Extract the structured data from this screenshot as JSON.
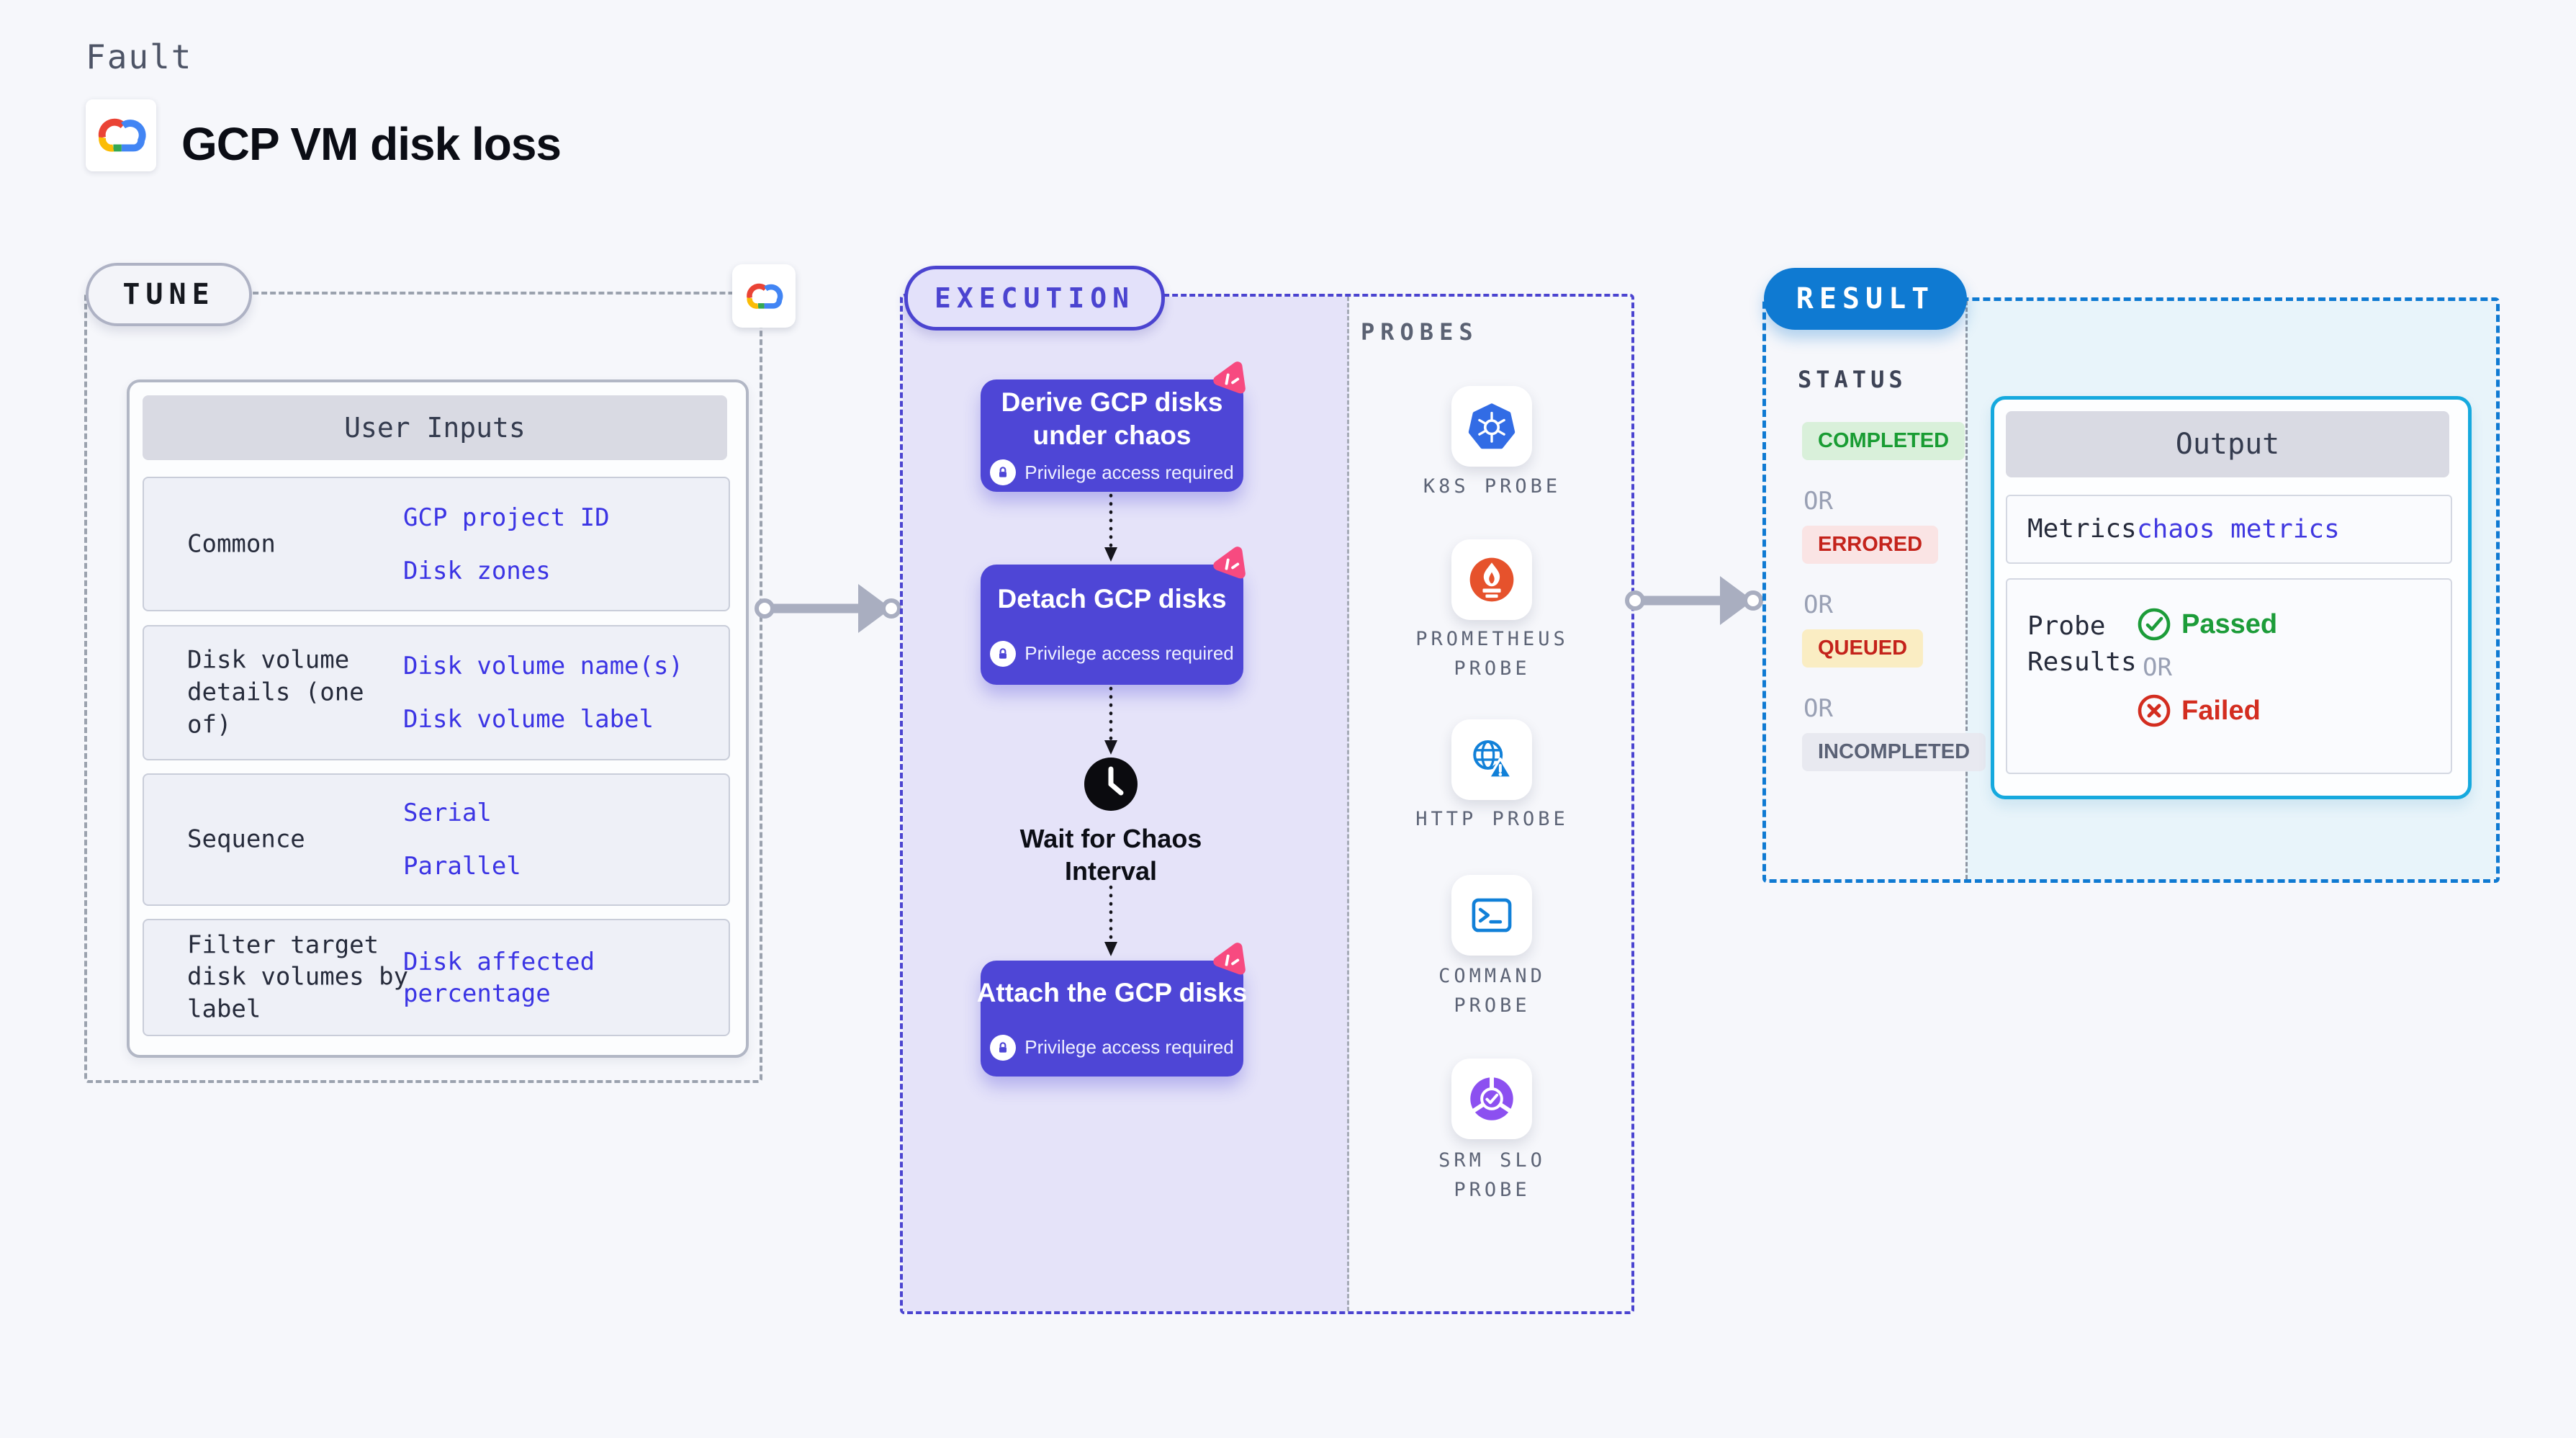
{
  "header": {
    "kicker": "Fault",
    "title": "GCP VM disk loss",
    "logo": "gcp-cloud-logo"
  },
  "tune": {
    "badge": "TUNE",
    "user_inputs": {
      "header": "User Inputs",
      "rows": [
        {
          "label": "Common",
          "values": [
            "GCP project ID",
            "Disk zones"
          ]
        },
        {
          "label": "Disk volume details (one of)",
          "values": [
            "Disk volume name(s)",
            "Disk volume label"
          ]
        },
        {
          "label": "Sequence",
          "values": [
            "Serial",
            "Parallel"
          ]
        },
        {
          "label": "Filter target disk volumes by label",
          "values": [
            "Disk affected percentage"
          ]
        }
      ]
    }
  },
  "execution": {
    "badge": "EXECUTION",
    "steps": [
      {
        "title": "Derive GCP disks under chaos",
        "note": "Privilege access required"
      },
      {
        "title": "Detach GCP disks",
        "note": "Privilege access required"
      },
      {
        "title": "Attach the GCP disks",
        "note": "Privilege access required"
      }
    ],
    "wait_label": "Wait for Chaos Interval"
  },
  "probes": {
    "label": "PROBES",
    "items": [
      {
        "name": "K8S PROBE",
        "icon": "kubernetes-icon"
      },
      {
        "name": "PROMETHEUS PROBE",
        "icon": "prometheus-icon"
      },
      {
        "name": "HTTP PROBE",
        "icon": "http-globe-warning-icon"
      },
      {
        "name": "COMMAND PROBE",
        "icon": "terminal-icon"
      },
      {
        "name": "SRM SLO PROBE",
        "icon": "srm-slo-icon"
      }
    ]
  },
  "result": {
    "badge": "RESULT",
    "status_label": "STATUS",
    "or_label": "OR",
    "statuses": [
      {
        "label": "COMPLETED",
        "bg": "#d9f0da",
        "color": "#199c33"
      },
      {
        "label": "ERRORED",
        "bg": "#fae4e4",
        "color": "#c4231b"
      },
      {
        "label": "QUEUED",
        "bg": "#faedc3",
        "color": "#c4231b"
      },
      {
        "label": "INCOMPLETED",
        "bg": "#e8e9f0",
        "color": "#5a6175"
      }
    ],
    "output": {
      "header": "Output",
      "metrics_label": "Metrics",
      "metrics_value": "chaos metrics",
      "probe_results_label": "Probe Results",
      "passed_label": "Passed",
      "failed_label": "Failed"
    }
  },
  "colors": {
    "page_bg": "#f6f7fb",
    "execution_accent": "#4b44d0",
    "execution_fill": "#e5e3f9",
    "step_fill": "#4e46d6",
    "link_blue": "#3b34e4",
    "result_accent": "#0f7ad2",
    "output_border": "#16a9de",
    "passed_green": "#1c9c39",
    "failed_red": "#d32d20",
    "pink_badge": "#f74a80"
  }
}
